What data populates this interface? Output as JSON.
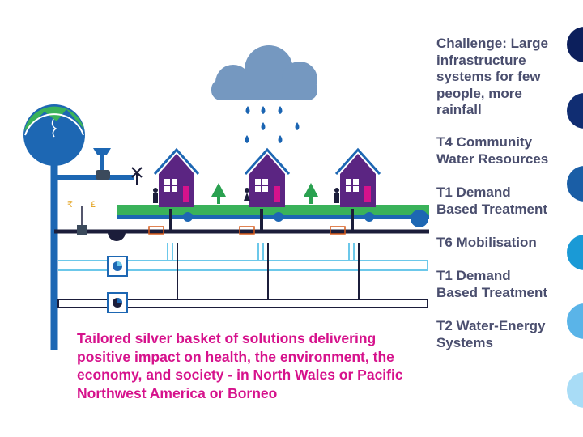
{
  "challenges": [
    {
      "label": "Challenge: Large\ninfrastructure\nsystems for few\npeople, more\nrainfall",
      "color": "#0c1f5c"
    },
    {
      "label": "T4 Community\nWater Resources",
      "color": "#102d72"
    },
    {
      "label": "T1 Demand\nBased Treatment",
      "color": "#1a5ea6"
    },
    {
      "label": "T6 Mobilisation",
      "color": "#1a9ad6"
    },
    {
      "label": "T1 Demand\nBased Treatment",
      "color": "#5ab4e8"
    },
    {
      "label": "T2 Water-Energy\nSystems",
      "color": "#a8dcf6"
    }
  ],
  "caption": "Tailored silver basket of solutions delivering positive impact on health, the environment, the economy, and society - in North Wales or Pacific Northwest America or Borneo",
  "colors": {
    "pipe": "#1d67b3",
    "sky_cloud": "#7598c0",
    "rain": "#1a64b2",
    "house": "#5b2582",
    "ground": "#3ab25a",
    "tree": "#2aa150",
    "sewer": "#1b1d3a",
    "light_pipe": "#6cc8ea",
    "accent": "#d6128c"
  }
}
